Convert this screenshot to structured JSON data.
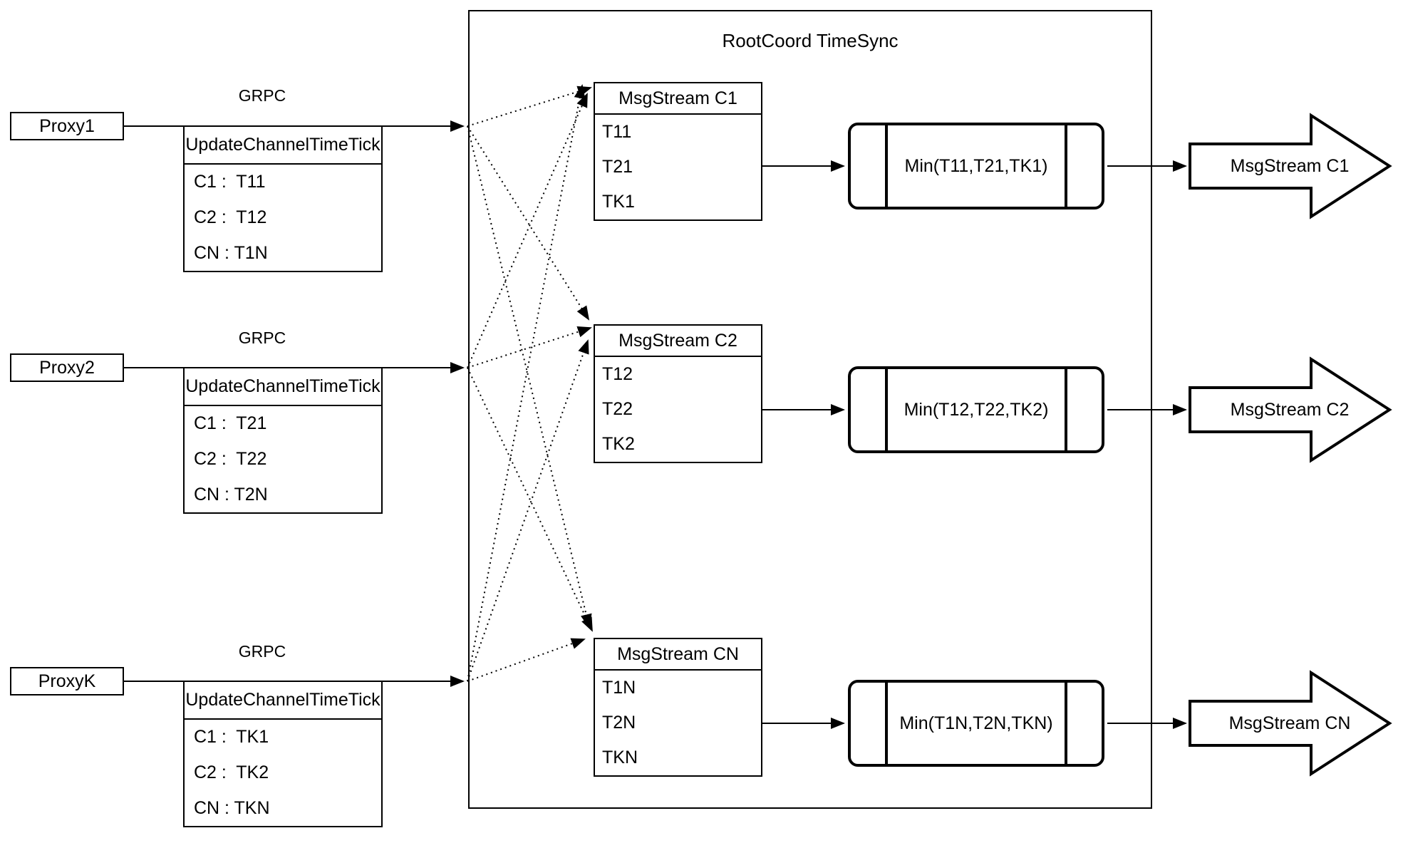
{
  "diagram": {
    "title": "RootCoord TimeSync",
    "grpc_label": "GRPC",
    "proxies": [
      {
        "name": "Proxy1",
        "table": {
          "header": "UpdateChannelTimeTick",
          "rows": [
            "C1 :  T11",
            "C2 :  T12",
            "CN : T1N"
          ]
        }
      },
      {
        "name": "Proxy2",
        "table": {
          "header": "UpdateChannelTimeTick",
          "rows": [
            "C1 :  T21",
            "C2 :  T22",
            "CN : T2N"
          ]
        }
      },
      {
        "name": "ProxyK",
        "table": {
          "header": "UpdateChannelTimeTick",
          "rows": [
            "C1 :  TK1",
            "C2 :  TK2",
            "CN : TKN"
          ]
        }
      }
    ],
    "streams": [
      {
        "title": "MsgStream C1",
        "ticks": [
          "T11",
          "T21",
          "TK1"
        ],
        "min_label": "Min(T11,T21,TK1)",
        "output_label": "MsgStream C1"
      },
      {
        "title": "MsgStream C2",
        "ticks": [
          "T12",
          "T22",
          "TK2"
        ],
        "min_label": "Min(T12,T22,TK2)",
        "output_label": "MsgStream C2"
      },
      {
        "title": "MsgStream CN",
        "ticks": [
          "T1N",
          "T2N",
          "TKN"
        ],
        "min_label": "Min(T1N,T2N,TKN)",
        "output_label": "MsgStream CN"
      }
    ],
    "colors": {
      "stroke": "#000000",
      "background": "#ffffff"
    }
  }
}
